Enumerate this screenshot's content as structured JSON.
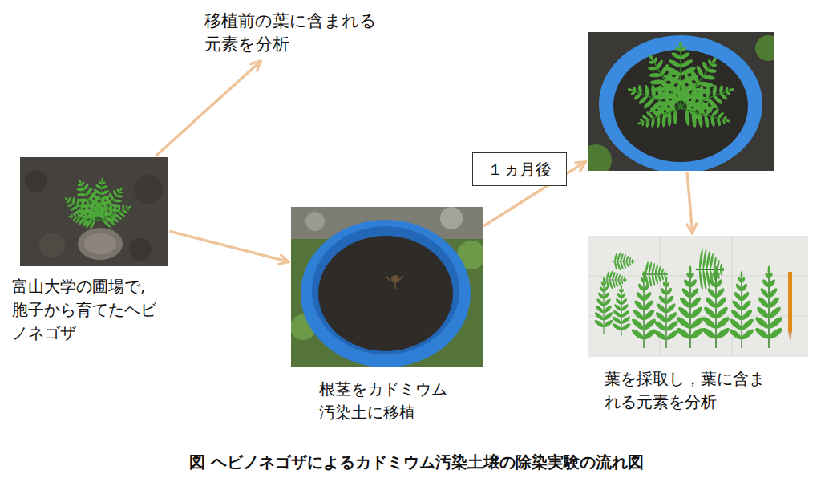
{
  "diagram": {
    "caption": "図 ヘビノネゴザによるカドミウム汚染土壌の除染実験の流れ図",
    "nodes": [
      {
        "text": [
          "富山大学の圃場で, 胞子から育てたヘビノネゴザ"
        ]
      },
      {
        "text": [
          "移植前の葉に含まれる 元素を分析"
        ]
      },
      {
        "text": [
          "根茎をカドミウム 汚染土に移植"
        ]
      },
      {
        "text": []
      },
      {
        "text": [
          "葉を採取し，葉に含まれる元素を分析"
        ]
      }
    ],
    "edges": [
      {
        "from": 0,
        "to": 1,
        "arrow": "to"
      },
      {
        "from": 0,
        "to": 2,
        "arrow": "to"
      },
      {
        "from": 2,
        "to": 3,
        "label": "１ヵ月後",
        "arrow": "to"
      },
      {
        "from": 3,
        "to": 4,
        "arrow": "to"
      }
    ]
  }
}
